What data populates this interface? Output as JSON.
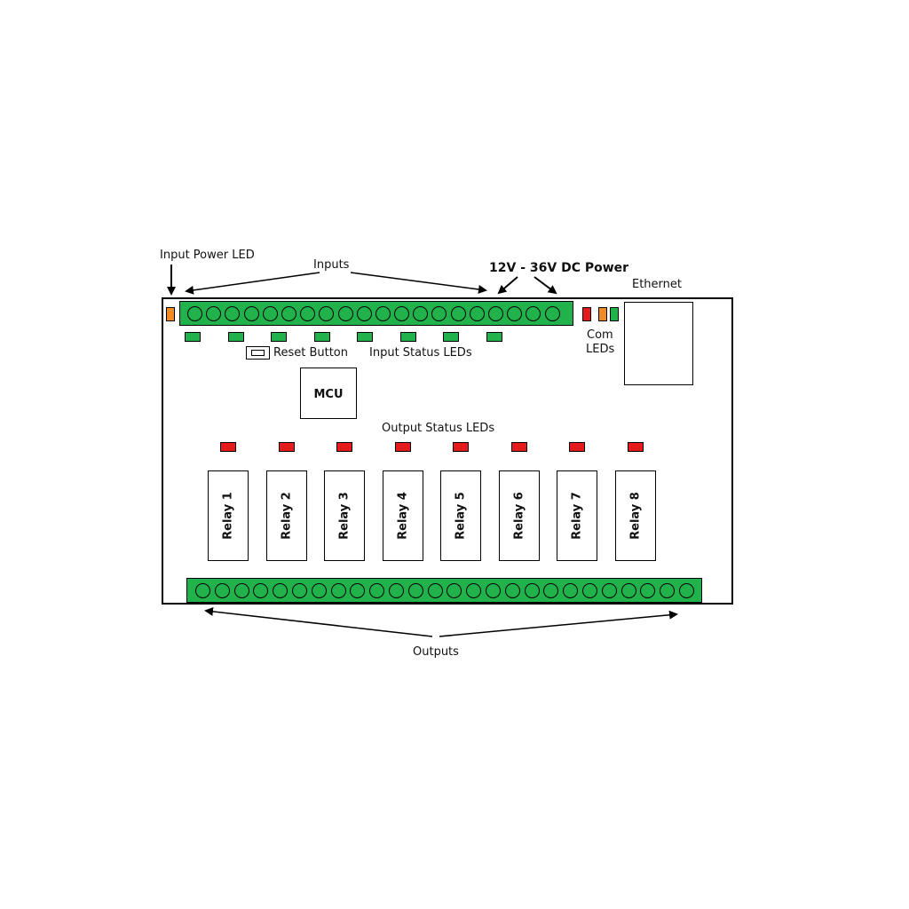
{
  "labels": {
    "input_power_led": "Input Power LED",
    "inputs": "Inputs",
    "dc_power": "12V - 36V DC Power",
    "ethernet": "Ethernet",
    "com_leds_line1": "Com",
    "com_leds_line2": "LEDs",
    "reset_button": "Reset Button",
    "input_status_leds": "Input Status LEDs",
    "mcu": "MCU",
    "output_status_leds": "Output Status LEDs",
    "outputs": "Outputs"
  },
  "relays": [
    "Relay 1",
    "Relay 2",
    "Relay 3",
    "Relay 4",
    "Relay 5",
    "Relay 6",
    "Relay 7",
    "Relay 8"
  ],
  "colors": {
    "terminal_green": "#22b24c",
    "led_green": "#22b24c",
    "led_red": "#e31b1b",
    "led_orange": "#f08a24"
  },
  "counts": {
    "input_terminals": 20,
    "output_terminals": 26,
    "input_status_leds": 8,
    "output_status_leds": 8
  }
}
